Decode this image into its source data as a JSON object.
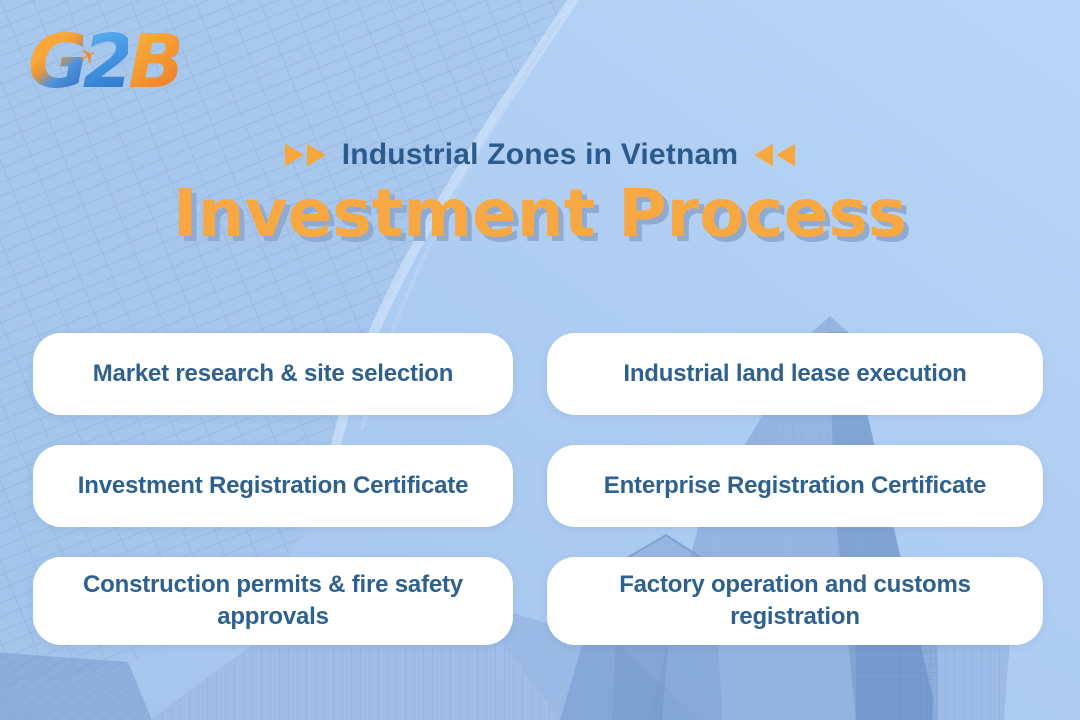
{
  "logo": {
    "g": "G",
    "two": "2",
    "b": "B",
    "plane_glyph": "✈"
  },
  "header": {
    "kicker": "Industrial Zones in Vietnam",
    "title": "Investment Process"
  },
  "cards": [
    "Market research & site selection",
    "Industrial land lease execution",
    "Investment Registration Certificate",
    "Enterprise Registration Certificate",
    "Construction permits & fire safety\napprovals",
    "Factory operation and customs\nregistration"
  ],
  "colors": {
    "background_sky": "#aecdf2",
    "accent_orange": "#f7a843",
    "title_shadow": "#90aad0",
    "heading_blue": "#2b5b8e",
    "card_text_blue": "#2f618f",
    "card_background": "#ffffff",
    "building_tint": "#7fa2d4"
  }
}
